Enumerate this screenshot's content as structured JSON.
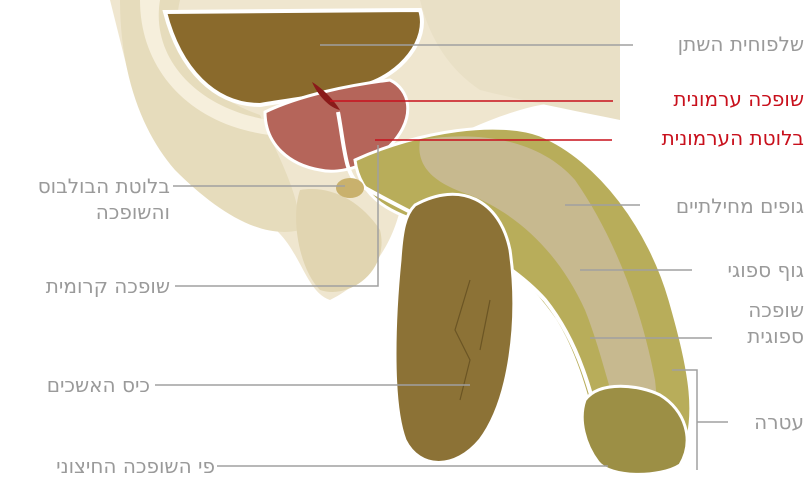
{
  "labels": {
    "bladder": "שלפוחית השתן",
    "ejaculatory_duct": "שופכה ערמונית",
    "prostate": "בלוטת הערמונית",
    "bulbourethral_line1": "בלוטת הבולבוס",
    "bulbourethral_line2": "והשופכה",
    "corpora_cavernosa": "גופים מחילתיים",
    "corpus_spongiosum": "גוף ספוגי",
    "membranous_urethra": "שופכה קרומית",
    "spongy_urethra_line1": "שופכה",
    "spongy_urethra_line2": "ספוגית",
    "scrotum": "כיס האשכים",
    "glans": "עטרה",
    "meatus": "פי השופכה החיצוני"
  },
  "colors": {
    "leader_gray": "#a0a0a0",
    "label_red": "#c8101c",
    "bladder": "#8a6a2c",
    "prostate": "#b5655a",
    "tissue": "#ddd3b3",
    "shaft": "#b8ad5a",
    "cavernosa": "#c7b98f",
    "scrotum": "#8c7236"
  }
}
